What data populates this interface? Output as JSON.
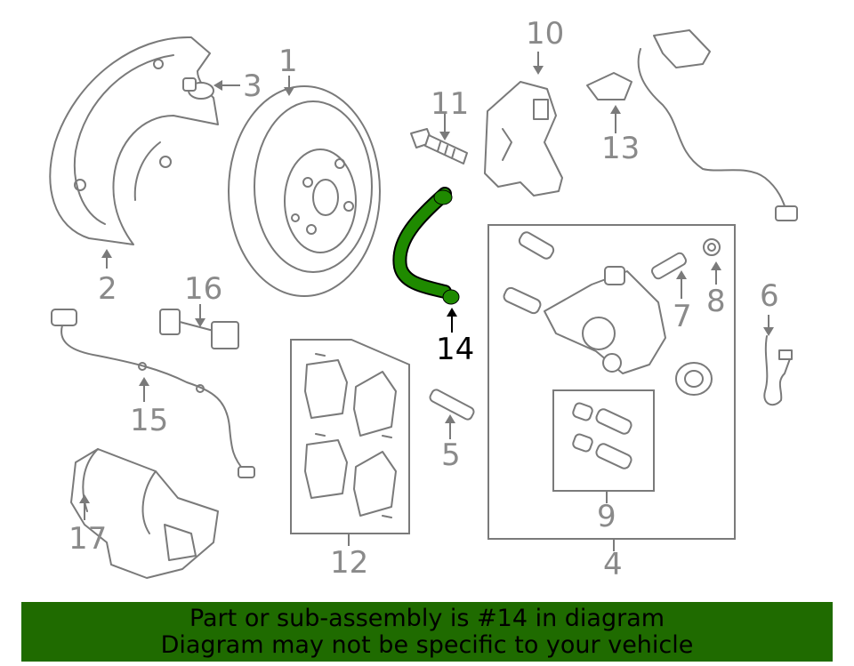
{
  "colors": {
    "highlight": "#1f8a00",
    "banner_bg": "#1f6b00",
    "part_stroke": "#7a7a7a",
    "label_gray": "#8a8a8a",
    "label_highlight": "#000000"
  },
  "callouts": {
    "c1": "1",
    "c2": "2",
    "c3": "3",
    "c4": "4",
    "c5": "5",
    "c6": "6",
    "c7": "7",
    "c8": "8",
    "c9": "9",
    "c10": "10",
    "c11": "11",
    "c12": "12",
    "c13": "13",
    "c14": "14",
    "c15": "15",
    "c16": "16",
    "c17": "17"
  },
  "highlighted_part": "14",
  "banner": {
    "line1": "Part or sub-assembly is #14 in diagram",
    "line2": "Diagram may not be specific to your vehicle"
  }
}
